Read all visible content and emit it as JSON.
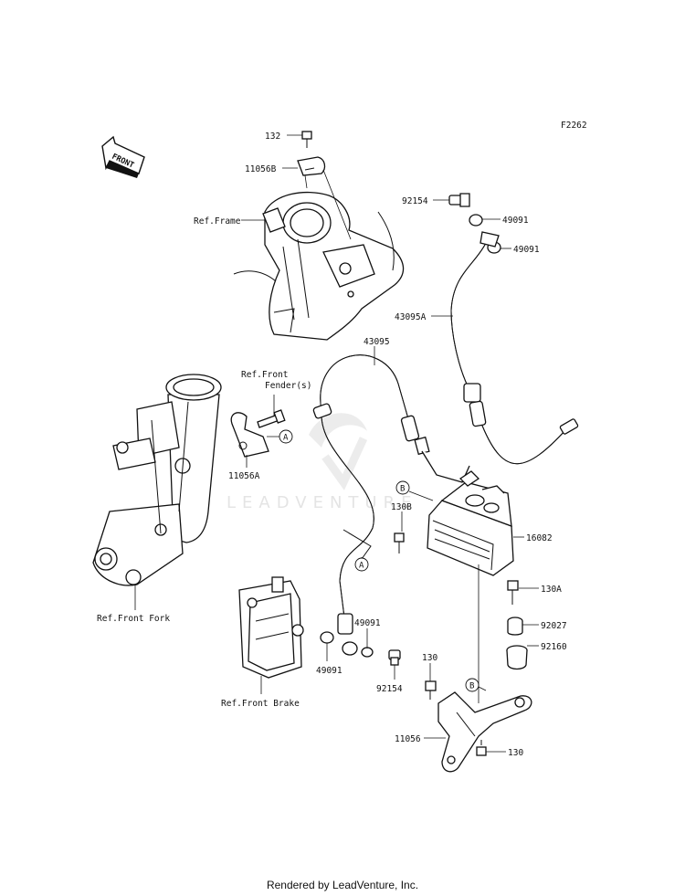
{
  "diagram_code": "F2262",
  "front_label": "FRONT",
  "watermark": "LEADVENTURE",
  "footer": "Rendered by LeadVenture, Inc.",
  "callouts": {
    "p132": "132",
    "p11056B": "11056B",
    "refFrame": "Ref.Frame",
    "p92154_top": "92154",
    "p49091_top1": "49091",
    "p49091_top2": "49091",
    "p43095A": "43095A",
    "p43095": "43095",
    "refFrontFender_1": "Ref.Front",
    "refFrontFender_2": "Fender(s)",
    "p11056A": "11056A",
    "refA_1": "A",
    "refB_1": "B",
    "p130B": "130B",
    "p16082": "16082",
    "refA_2": "A",
    "p130A": "130A",
    "p92027": "92027",
    "p92160": "92160",
    "refFrontFork": "Ref.Front Fork",
    "p49091_mid": "49091",
    "p49091_low": "49091",
    "p92154_low": "92154",
    "p130_left": "130",
    "refB_2": "B",
    "refFrontBrake": "Ref.Front Brake",
    "p11056": "11056",
    "p130_right": "130"
  }
}
